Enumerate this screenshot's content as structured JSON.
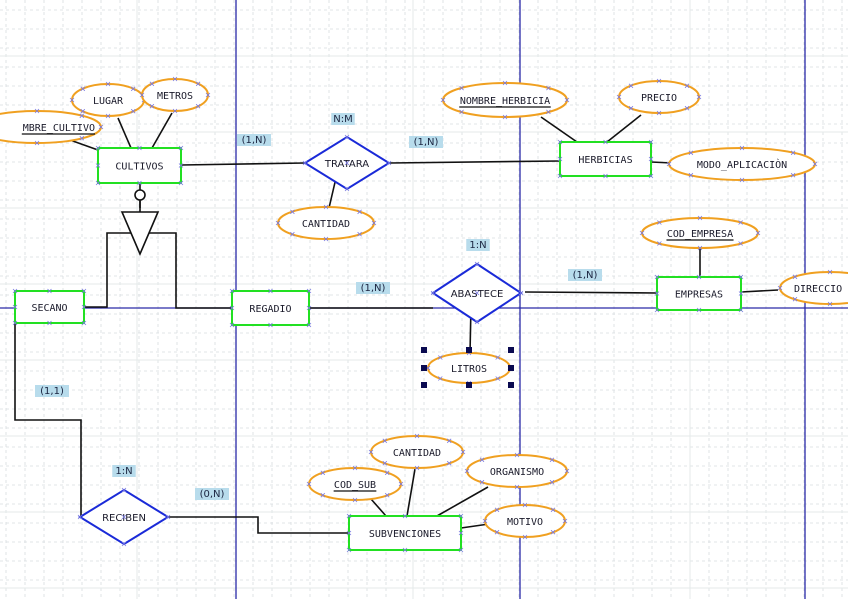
{
  "diagram": {
    "type": "entity-relationship",
    "colors": {
      "entity_border": "#22e022",
      "attribute_border": "#f0a020",
      "relationship_border": "#1a2ad8",
      "connector": "#111111",
      "label_bg": "#b8dcec",
      "page_guide": "#2a2aa8",
      "grid": "#d8dde0",
      "selection_handle": "#0a0a50"
    },
    "entities": [
      {
        "id": "cultivos",
        "label": "CULTIVOS"
      },
      {
        "id": "herbicias",
        "label": "HERBICIAS"
      },
      {
        "id": "empresas",
        "label": "EMPRESAS"
      },
      {
        "id": "secano",
        "label": "SECANO"
      },
      {
        "id": "regadio",
        "label": "REGADIO"
      },
      {
        "id": "subvenciones",
        "label": "SUBVENCIONES"
      }
    ],
    "relationships": [
      {
        "id": "tratara",
        "label": "TRATARA",
        "cardinality": "N:M"
      },
      {
        "id": "abastece",
        "label": "ABASTECE",
        "cardinality": "1:N"
      },
      {
        "id": "reciben",
        "label": "RECIBEN",
        "cardinality": "1:N"
      }
    ],
    "attributes": [
      {
        "id": "nombre_cultivo",
        "label": "NOMBRE_CULTIVO",
        "display": "MBRE_CULTIVO",
        "key": true,
        "owner": "cultivos"
      },
      {
        "id": "lugar",
        "label": "LUGAR",
        "key": false,
        "owner": "cultivos"
      },
      {
        "id": "metros",
        "label": "METROS",
        "key": false,
        "owner": "cultivos"
      },
      {
        "id": "cantidad_tratara",
        "label": "CANTIDAD",
        "key": false,
        "owner": "tratara"
      },
      {
        "id": "nombre_herbicia",
        "label": "NOMBRE_HERBICIA",
        "key": true,
        "owner": "herbicias"
      },
      {
        "id": "precio",
        "label": "PRECIO",
        "key": false,
        "owner": "herbicias"
      },
      {
        "id": "modo_aplicacion",
        "label": "MODO_APLICACIÒN",
        "key": false,
        "owner": "herbicias"
      },
      {
        "id": "cod_empresa",
        "label": "COD_EMPRESA",
        "key": true,
        "owner": "empresas"
      },
      {
        "id": "direccion",
        "label": "DIRECCION",
        "display": "DIRECCIO",
        "key": false,
        "owner": "empresas"
      },
      {
        "id": "litros",
        "label": "LITROS",
        "key": false,
        "owner": "abastece",
        "selected": true
      },
      {
        "id": "cod_sub",
        "label": "COD_SUB",
        "key": true,
        "owner": "subvenciones"
      },
      {
        "id": "cantidad_sub",
        "label": "CANTIDAD",
        "key": false,
        "owner": "subvenciones"
      },
      {
        "id": "organismo",
        "label": "ORGANISMO",
        "key": false,
        "owner": "subvenciones"
      },
      {
        "id": "motivo",
        "label": "MOTIVO",
        "key": false,
        "owner": "subvenciones"
      }
    ],
    "participation_labels": [
      {
        "id": "cultivos_tratara",
        "text": "(1,N)"
      },
      {
        "id": "herbicias_tratara",
        "text": "(1,N)"
      },
      {
        "id": "regadio_abastece",
        "text": "(1,N)"
      },
      {
        "id": "empresas_abastece",
        "text": "(1,N)"
      },
      {
        "id": "secano_reciben",
        "text": "(1,1)"
      },
      {
        "id": "subvenciones_reciben",
        "text": "(0,N)"
      }
    ],
    "hierarchy": {
      "parent": "cultivos",
      "children": [
        "secano",
        "regadio"
      ]
    }
  }
}
